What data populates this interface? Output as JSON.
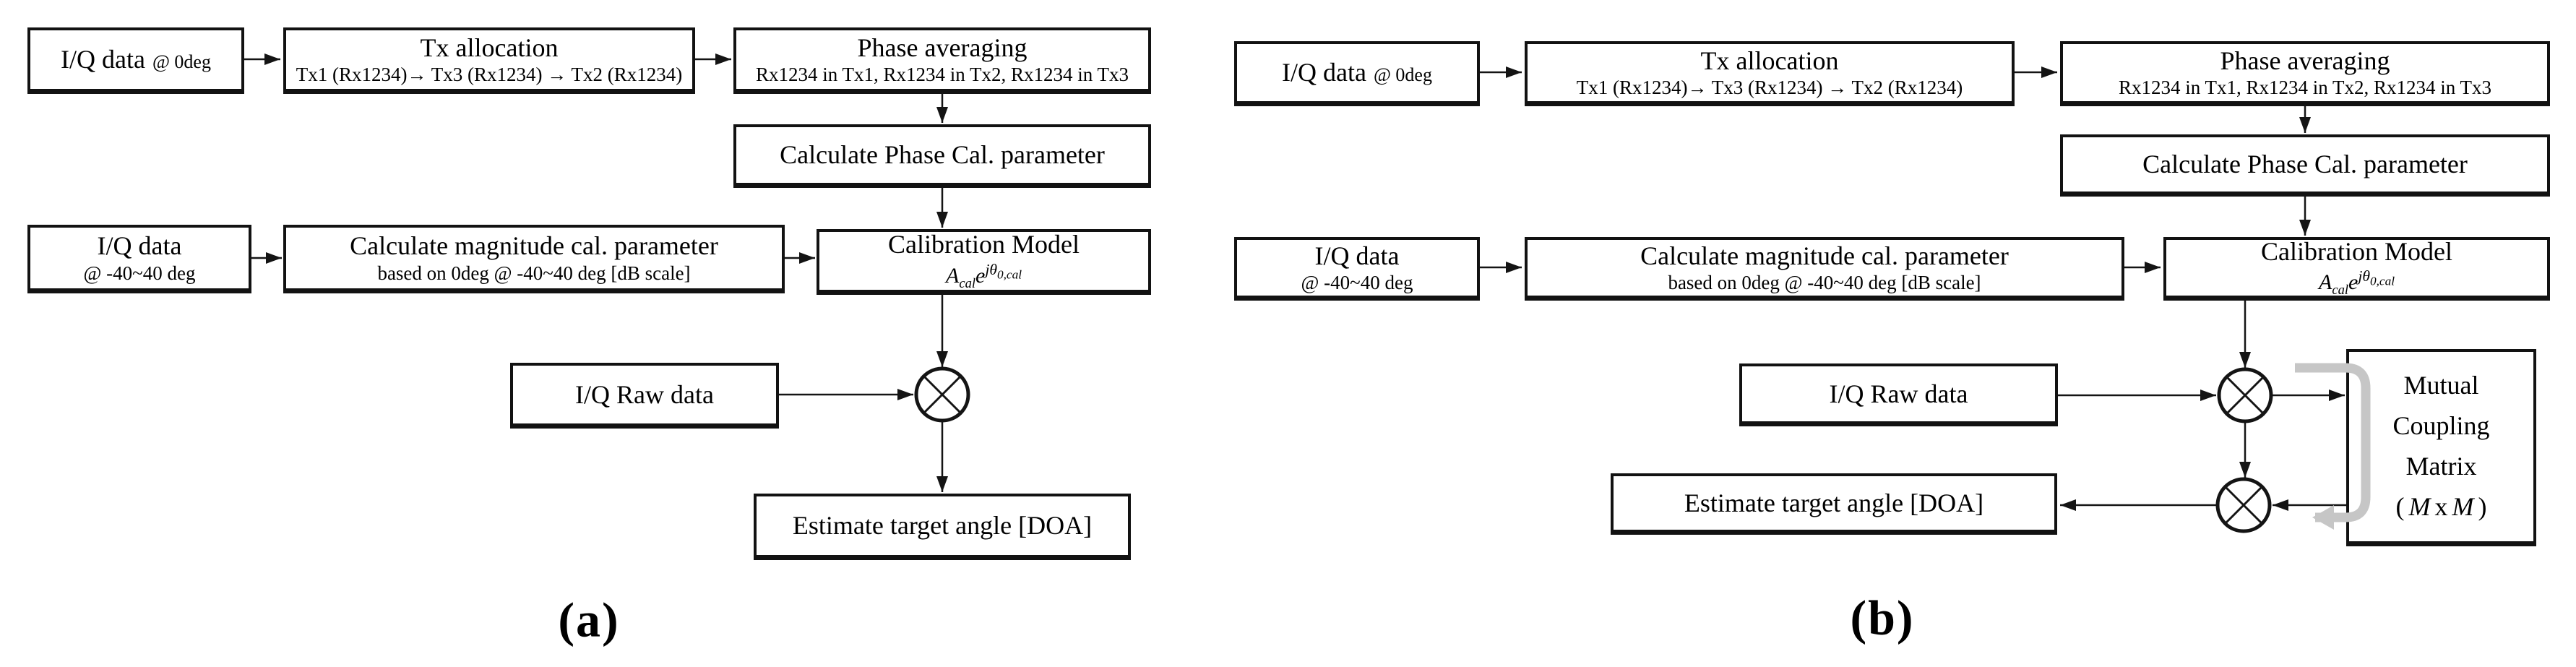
{
  "diagram_a": {
    "label": "(a)",
    "iq0": {
      "title": "I/Q data",
      "suffix": "@ 0deg"
    },
    "tx": {
      "title": "Tx allocation",
      "subtitle": "Tx1 (Rx1234)→ Tx3 (Rx1234) → Tx2 (Rx1234)"
    },
    "pa": {
      "title": "Phase averaging",
      "subtitle": "Rx1234 in Tx1, Rx1234 in Tx2, Rx1234 in Tx3"
    },
    "cpc": {
      "title": "Calculate Phase Cal. parameter"
    },
    "iq40": {
      "title": "I/Q data",
      "subtitle": "@ -40~40 deg"
    },
    "cmag": {
      "title": "Calculate magnitude cal. parameter",
      "subtitle": "based on 0deg @ -40~40 deg [dB scale]"
    },
    "cm": {
      "title": "Calibration Model",
      "formula": {
        "base": "A",
        "base_sub": "cal",
        "euler": "e",
        "exp": "jθ",
        "exp_sub": "0,cal"
      }
    },
    "raw": {
      "title": "I/Q Raw data"
    },
    "doa": {
      "title": "Estimate target angle [DOA]"
    }
  },
  "diagram_b": {
    "label": "(b)",
    "iq0": {
      "title": "I/Q data",
      "suffix": "@ 0deg"
    },
    "tx": {
      "title": "Tx allocation",
      "subtitle": "Tx1 (Rx1234)→ Tx3 (Rx1234) → Tx2 (Rx1234)"
    },
    "pa": {
      "title": "Phase averaging",
      "subtitle": "Rx1234 in Tx1, Rx1234 in Tx2, Rx1234 in Tx3"
    },
    "cpc": {
      "title": "Calculate Phase Cal. parameter"
    },
    "iq40": {
      "title": "I/Q data",
      "subtitle": "@ -40~40 deg"
    },
    "cmag": {
      "title": "Calculate magnitude cal. parameter",
      "subtitle": "based on 0deg @ -40~40 deg [dB scale]"
    },
    "cm": {
      "title": "Calibration Model",
      "formula": {
        "base": "A",
        "base_sub": "cal",
        "euler": "e",
        "exp": "jθ",
        "exp_sub": "0,cal"
      }
    },
    "raw": {
      "title": "I/Q Raw data"
    },
    "doa": {
      "title": "Estimate target angle [DOA]"
    },
    "mcm": {
      "line1": "Mutual",
      "line2": "Coupling",
      "line3": "Matrix",
      "dim_open": "(",
      "dim_m1": "M",
      "dim_x": "x",
      "dim_m2": "M",
      "dim_close": ")"
    }
  },
  "colors": {
    "line": "#141414",
    "gray_arrow": "#c6c6c6",
    "box_border": "#121212",
    "background": "#ffffff"
  }
}
